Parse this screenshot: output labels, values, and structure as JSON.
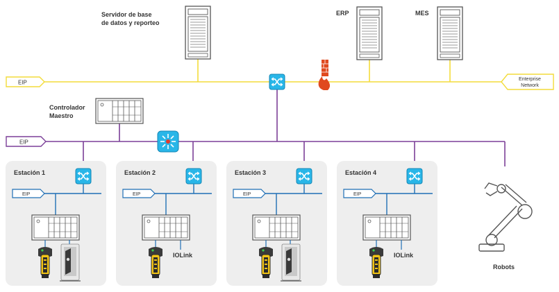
{
  "colors": {
    "enterprise_line": "#f3dc3a",
    "control_line": "#7b3f98",
    "station_line": "#1f6fb5",
    "switch_fill": "#29b6e8",
    "switch_stroke": "#1486b4",
    "station_bg": "#eeeeee",
    "device_stroke": "#555555",
    "firewall": "#e0491e"
  },
  "servers": {
    "database": {
      "line1": "Servidor de base",
      "line2": "de datos y reporteo"
    },
    "erp": {
      "label": "ERP"
    },
    "mes": {
      "label": "MES"
    }
  },
  "enterprise_bus": {
    "left_tag": "EIP",
    "right_tag_line1": "Enterprise",
    "right_tag_line2": "Network"
  },
  "master_controller": {
    "line1": "Controlador",
    "line2": "Maestro"
  },
  "control_bus": {
    "left_tag": "EIP"
  },
  "stations": [
    {
      "title": "Estación 1",
      "bus_tag": "EIP",
      "devices": "scanner-and-module",
      "iolink": ""
    },
    {
      "title": "Estación 2",
      "bus_tag": "EIP",
      "devices": "scanner-and-iolink",
      "iolink": "IOLink"
    },
    {
      "title": "Estación 3",
      "bus_tag": "EIP",
      "devices": "scanner-and-module",
      "iolink": ""
    },
    {
      "title": "Estación 4",
      "bus_tag": "EIP",
      "devices": "scanner-and-iolink",
      "iolink": "IOLink"
    }
  ],
  "robots": {
    "label": "Robots"
  },
  "icons": {
    "server": "server-tower-icon",
    "switch": "network-switch-icon",
    "router": "router-hub-icon",
    "firewall": "firewall-icon",
    "plc": "plc-rack-icon",
    "scanner": "barcode-scanner-icon",
    "module": "io-module-icon",
    "robot": "robot-arm-icon"
  }
}
